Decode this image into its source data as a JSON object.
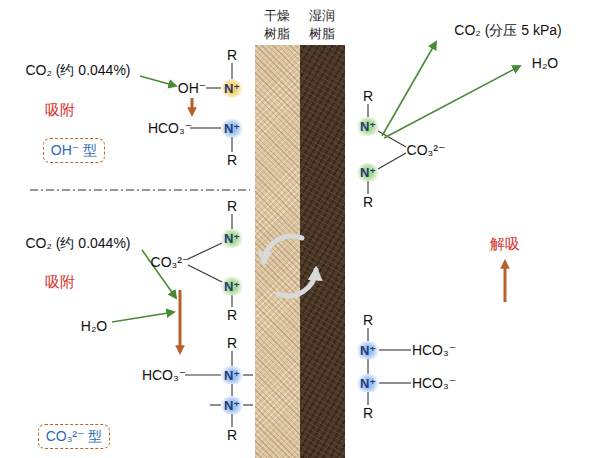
{
  "diagram": {
    "nodes": [
      {
        "text": [
          "干燥 树脂"
        ]
      },
      {
        "text": [
          "湿润 树脂"
        ]
      },
      {
        "text": [
          "OH⁻ 型"
        ]
      },
      {
        "text": [
          "CO₃²⁻ 型"
        ]
      }
    ],
    "labels": [
      "CO₂ (约 0.044%)",
      "R",
      "OH⁻",
      "N⁺",
      "吸附",
      "HCO₃⁻",
      "N⁺",
      "R",
      "R",
      "CO₂ (约 0.044%)",
      "N⁺",
      "CO₃²⁻",
      "N⁺",
      "R",
      "吸附",
      "H₂O",
      "R",
      "HCO₃⁻",
      "N⁺",
      "N⁺",
      "R",
      "CO₂ (分压 5 kPa)",
      "R",
      "N⁺",
      "H₂O",
      "CO₃²⁻",
      "N⁺",
      "R",
      "解吸",
      "R",
      "N⁺",
      "HCO₃⁻",
      "N⁺",
      "HCO₃⁻",
      "R"
    ]
  }
}
